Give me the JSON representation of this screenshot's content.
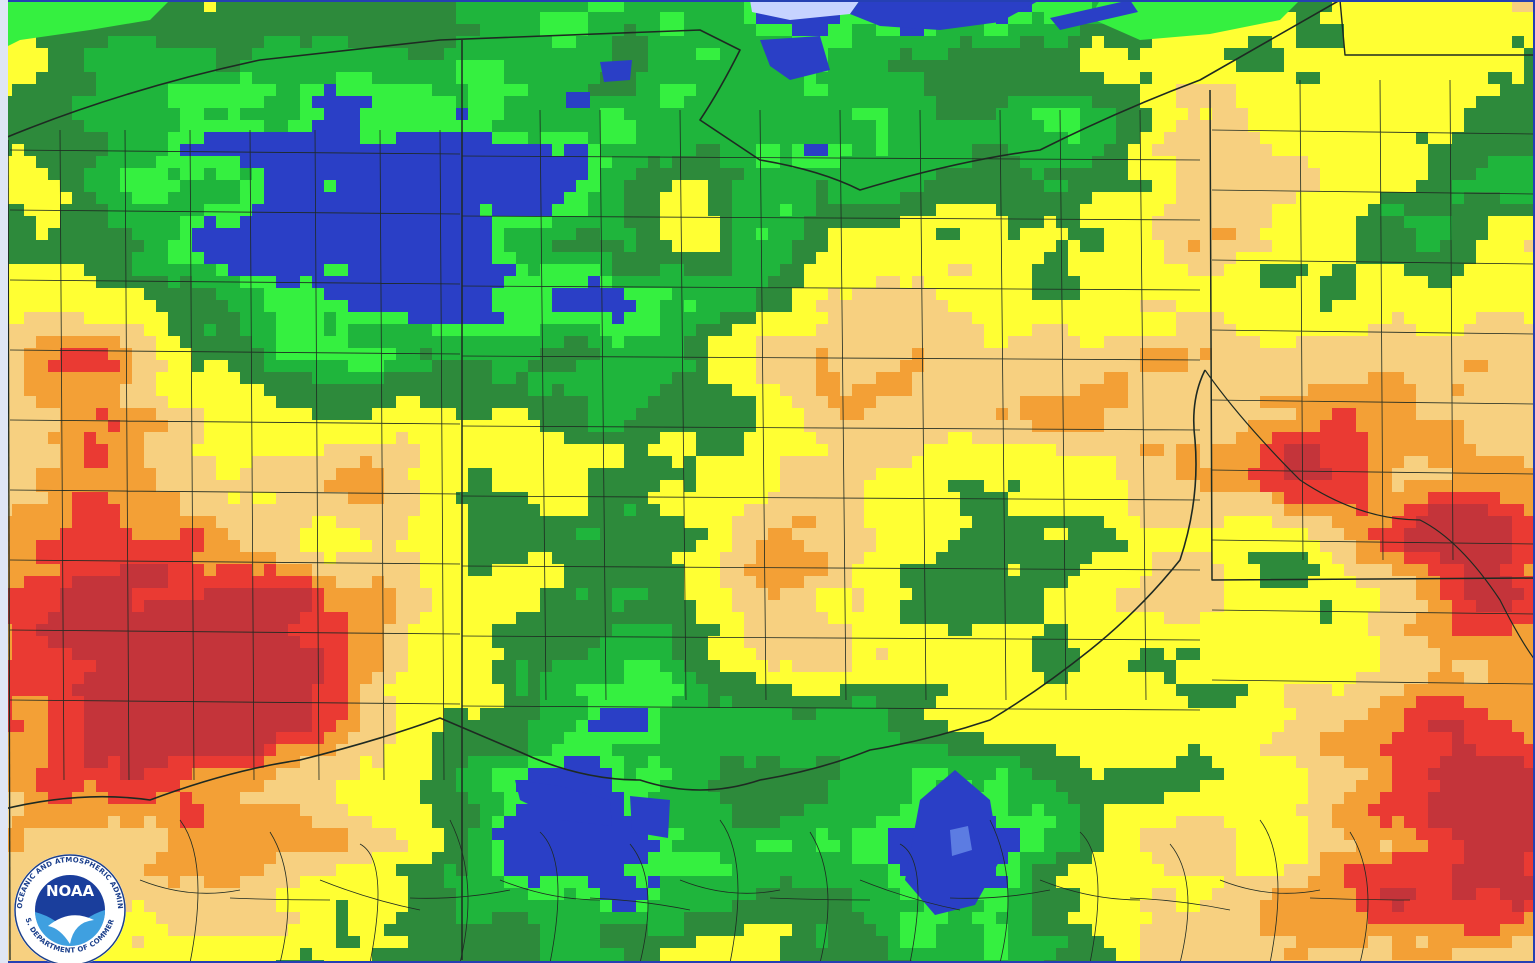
{
  "map": {
    "type": "precipitation grid",
    "palette": {
      "lake_light": "#c7d3ff",
      "blue": "#2a3fc6",
      "light_blue": "#5c7ce2",
      "bright_green": "#35f040",
      "green": "#1fb53c",
      "dark_green": "#2d8a3b",
      "yellow": "#ffff33",
      "tan": "#f7d080",
      "orange": "#f3a036",
      "red": "#ea3a33",
      "dark_red": "#c4343a",
      "border": "#1e2a22",
      "frame": "#2540b3"
    }
  },
  "logo": {
    "name": "NOAA",
    "arc_top": "NATIONAL OCEANIC AND ATMOSPHERIC ADMINISTRATION",
    "arc_bottom": "U.S. DEPARTMENT OF COMMERCE",
    "colors": {
      "outer": "#ffffff",
      "ring": "#ffffff",
      "sky": "#1a3e9c",
      "water": "#3fa0e0"
    }
  }
}
